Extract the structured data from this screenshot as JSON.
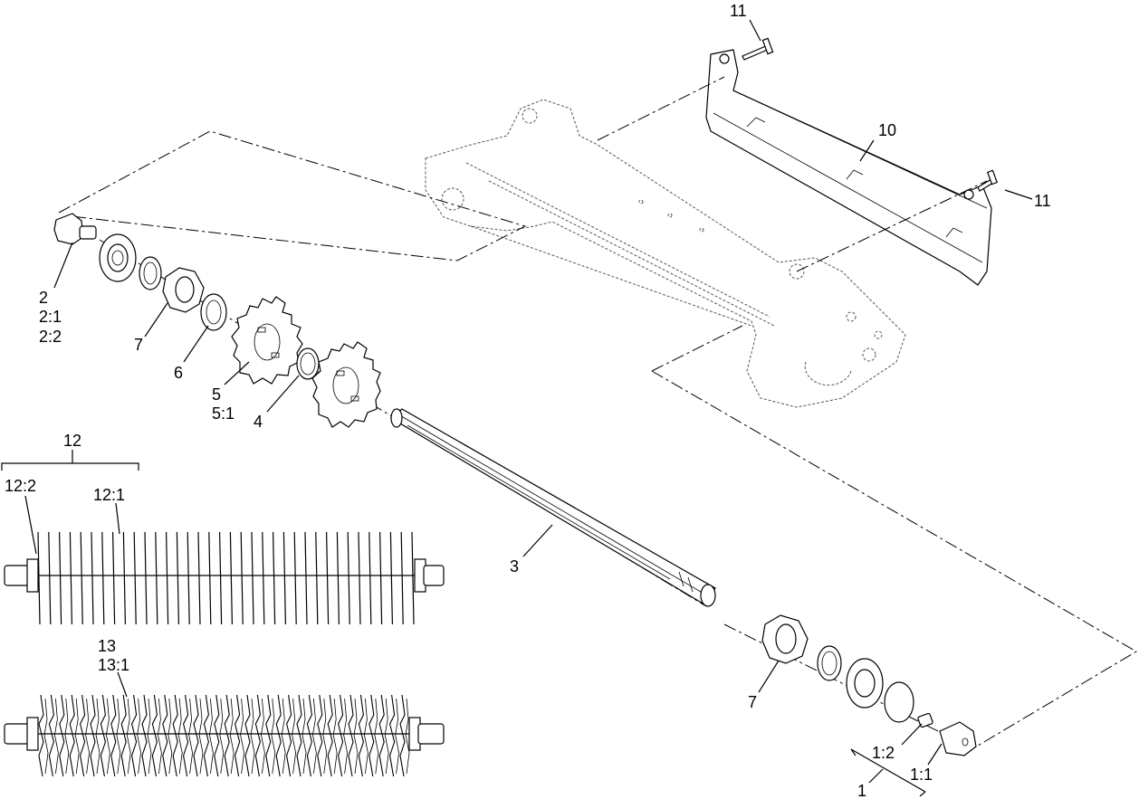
{
  "callouts": {
    "c11_top": "11",
    "c10": "10",
    "c11_right": "11",
    "c2": "2",
    "c2_1": "2:1",
    "c2_2": "2:2",
    "c7_left": "7",
    "c6": "6",
    "c5": "5",
    "c5_1": "5:1",
    "c4": "4",
    "c12": "12",
    "c12_2": "12:2",
    "c12_1": "12:1",
    "c3": "3",
    "c13": "13",
    "c13_1": "13:1",
    "c7_right": "7",
    "c1_2": "1:2",
    "c1_1": "1:1",
    "c1": "1"
  }
}
